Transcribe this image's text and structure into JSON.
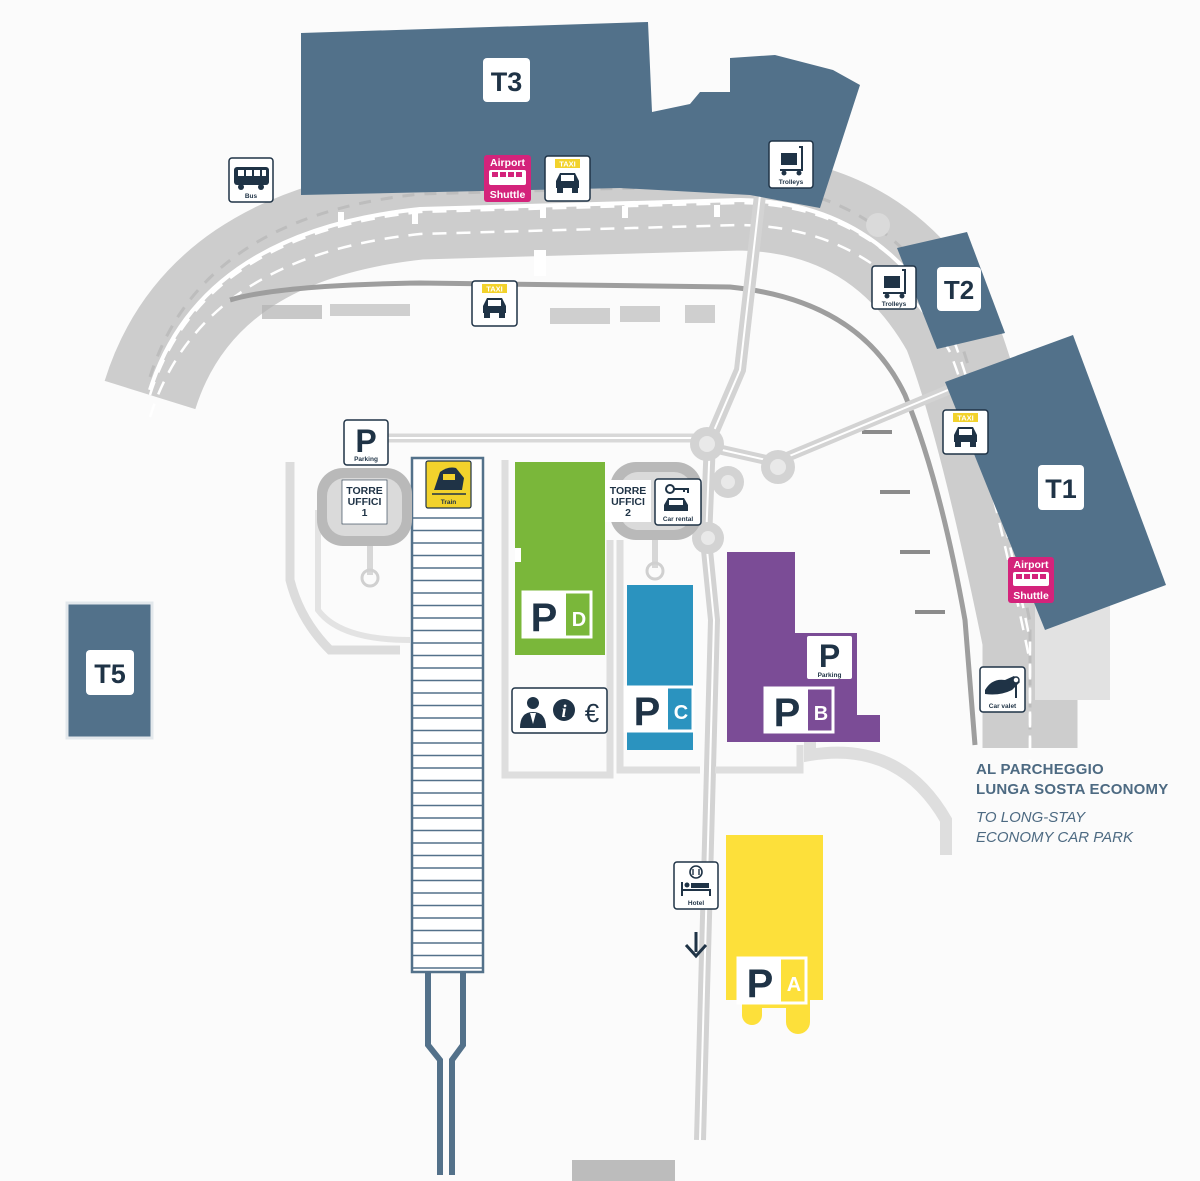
{
  "terminals": {
    "t1": "T1",
    "t2": "T2",
    "t3": "T3",
    "t5": "T5"
  },
  "icons": {
    "bus": {
      "icon": "bus-icon",
      "label": "Bus"
    },
    "shuttle_t3": {
      "icon": "shuttle-bus-icon",
      "line1": "Airport",
      "line2": "Shuttle"
    },
    "shuttle_t1": {
      "icon": "shuttle-bus-icon",
      "line1": "Airport",
      "line2": "Shuttle"
    },
    "taxi_t3": {
      "icon": "taxi-icon",
      "tag": "TAXI"
    },
    "taxi_road": {
      "icon": "taxi-icon",
      "tag": "TAXI"
    },
    "taxi_t1": {
      "icon": "taxi-icon",
      "tag": "TAXI"
    },
    "trolleys_t3": {
      "icon": "trolley-icon",
      "label": "Trolleys"
    },
    "trolleys_t2": {
      "icon": "trolley-icon",
      "label": "Trolleys"
    },
    "parking_top": {
      "letter": "P",
      "label": "Parking"
    },
    "parking_b": {
      "letter": "P",
      "label": "Parking"
    },
    "train": {
      "icon": "train-icon",
      "label": "Train"
    },
    "car_rental": {
      "icon": "car-key-icon",
      "label": "Car rental"
    },
    "car_valet": {
      "icon": "valet-key-icon",
      "label": "Car valet"
    },
    "hotel": {
      "icon": "hotel-bed-icon",
      "label": "Hotel"
    },
    "info": {
      "icon": "info-desk-icon",
      "symbols": "€"
    }
  },
  "towers": {
    "torre1": {
      "line1": "TORRE",
      "line2": "UFFICI",
      "line3": "1"
    },
    "torre2": {
      "line1": "TORRE",
      "line2": "UFFICI",
      "line3": "2"
    }
  },
  "car_parks": {
    "a": {
      "p": "P",
      "letter": "A",
      "color": "#fde03a"
    },
    "b": {
      "p": "P",
      "letter": "B",
      "color": "#7b4c96"
    },
    "c": {
      "p": "P",
      "letter": "C",
      "color": "#2b93bf"
    },
    "d": {
      "p": "P",
      "letter": "D",
      "color": "#7ab73a"
    }
  },
  "colors": {
    "terminal": "#52718a",
    "shuttle": "#d4237b",
    "taxi": "#f2d22c",
    "road": "#cfcfcf",
    "label": "#4d6a82"
  },
  "destination": {
    "it_line1": "AL PARCHEGGIO",
    "it_line2": "LUNGA SOSTA ECONOMY",
    "en_line1": "TO LONG-STAY",
    "en_line2": "ECONOMY CAR PARK"
  }
}
